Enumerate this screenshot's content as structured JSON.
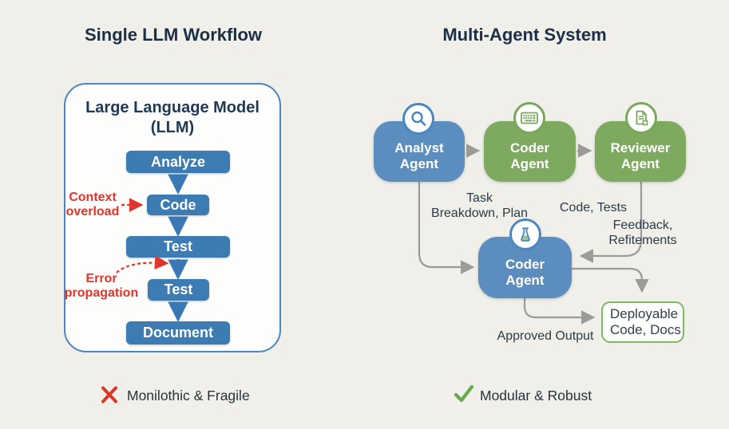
{
  "left_panel": {
    "title": "Single LLM Workflow",
    "llm_box_title": "Large Language Model\n(LLM)",
    "steps": [
      "Analyze",
      "Code",
      "Test",
      "Test",
      "Document"
    ],
    "annotation_context": "Context\noverload",
    "annotation_error": "Error\npropagation",
    "verdict": "Monilothic & Fragile"
  },
  "right_panel": {
    "title": "Multi-Agent System",
    "agents": [
      {
        "name": "Analyst\nAgent",
        "icon": "magnifier-icon",
        "color": "#5b8dbf"
      },
      {
        "name": "Coder\nAgent",
        "icon": "keyboard-icon",
        "color": "#7daa5f"
      },
      {
        "name": "Reviewer\nAgent",
        "icon": "document-icon",
        "color": "#7daa5f"
      },
      {
        "name": "Coder\nAgent",
        "icon": "flask-icon",
        "color": "#5b8dbf"
      }
    ],
    "edge_labels": {
      "task": "Task\nBreakdown, Plan",
      "code_tests": "Code, Tests",
      "feedback": "Feedback,\nRefitements",
      "approved": "Approved Output"
    },
    "output_box": "Deployable\nCode, Docs",
    "verdict": "Modular & Robust"
  },
  "colors": {
    "background": "#f0efe9",
    "flow_blue": "#3d7bb3",
    "agent_blue": "#5b8dbf",
    "agent_green": "#7daa5f",
    "container_border": "#4a86c5",
    "output_border": "#7cbb62",
    "red": "#df352c",
    "check_green": "#67a94d",
    "gray_arrow": "#9b9b97",
    "navy_text": "#1d2f45"
  }
}
